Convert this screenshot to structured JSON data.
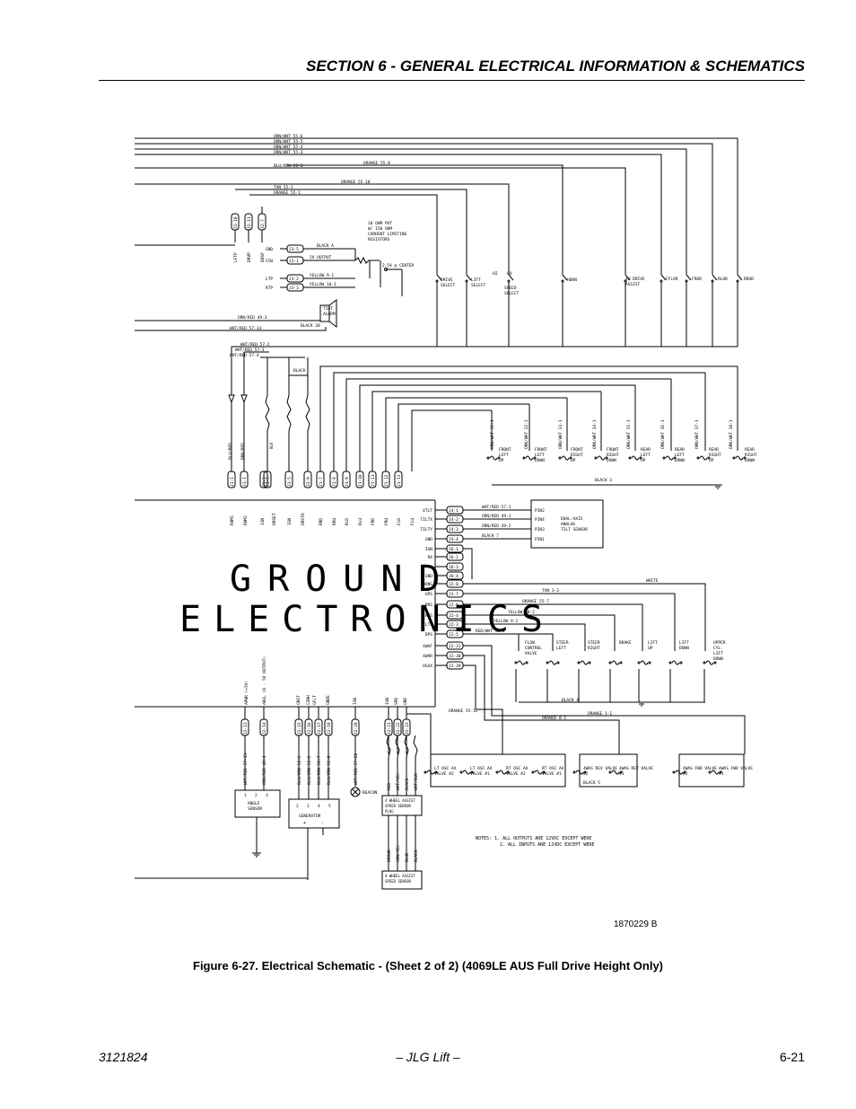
{
  "header": {
    "title": "SECTION 6 - GENERAL ELECTRICAL INFORMATION & SCHEMATICS"
  },
  "figure": {
    "id": "1870229 B",
    "caption": "Figure 6-27.  Electrical Schematic - (Sheet 2 of 2) (4069LE AUS Full Drive Height Only)"
  },
  "footer": {
    "left": "3121824",
    "center": "– JLG Lift –",
    "right": "6-21"
  },
  "schematic": {
    "top_wires": [
      "ORN/WHT 55-6",
      "ORN/WHT 55-5",
      "ORN/WHT 55-4",
      "ORN/WHT 55-3",
      "BLU/ORN 52-1",
      "TAN 55-2",
      "ORANGE 55-1"
    ],
    "orange_wires": [
      "ORANGE 55-8",
      "ORANGE 55-10"
    ],
    "pot_note": [
      "10 OHM POT",
      "W/ 150 OHM",
      "CURRENT LIMITING",
      "RESISTORS"
    ],
    "pot_pins": [
      "GND",
      "CCW",
      "LTP",
      "RTP"
    ],
    "pot_connectors": [
      "J3-5",
      "J3-1",
      "J3-2",
      "J3-3"
    ],
    "pot_wires": [
      "BLACK A",
      "5V OUTPUT",
      "YELLOW 9-1",
      "YELLOW 10-1"
    ],
    "center_label": "2.5V @ CENTER",
    "side_connectors": [
      "J2-10",
      "J2-11",
      "J2-7"
    ],
    "side_pins": [
      "LFTP",
      "DRVP",
      "BOSP"
    ],
    "switches": [
      "DRIVE SELECT",
      "LIFT SELECT",
      "SPEED SELECT",
      "HORN",
      "4W DRIVE ASSIST",
      "FFLOR",
      "FROR",
      "RLOR",
      "RROR"
    ],
    "hi": "HI",
    "lo": "LO",
    "tilt_alarm": "TILT ALARM",
    "alarm_wires": [
      "ORN/RED 49-3",
      "WHT/RED 57-14",
      "BLACK 20"
    ],
    "diode_wires": [
      "WHT/RED 57-2",
      "WHT/RED 57-3",
      "WHT/RED 57-4"
    ],
    "black": "BLACK",
    "lower_wire_labels": [
      "BLU/RED",
      "BRN/RED"
    ],
    "valve_wires": [
      "ORN/WHT 31-1",
      "ORN/WHT 32-1",
      "ORN/WHT 33-1",
      "ORN/WHT 34-1",
      "ORN/WHT 35-1",
      "ORN/WHT 36-1",
      "ORN/WHT 37-1",
      "ORN/WHT 38-1"
    ],
    "valves": [
      "FRONT LEFT UP",
      "FRONT LEFT DOWN",
      "FRONT RIGHT UP",
      "FRONT RIGHT DOWN",
      "REAR LEFT UP",
      "REAR LEFT DOWN",
      "REAR RIGHT UP",
      "REAR RIGHT DOWN"
    ],
    "black_3": "BLACK 3",
    "j1_connectors": [
      "J1-1",
      "J1-1",
      "J1-3",
      "J1-5",
      "J1-5",
      "J3-9",
      "J1-7",
      "J1-8",
      "J1-9",
      "J1-10",
      "J1-11",
      "J1-12",
      "J1-13"
    ],
    "ge_top_pins": [
      "ROM1",
      "ROM2",
      "IGN",
      "ORSET",
      "IGN",
      "ORSTO",
      "RRD",
      "RRU",
      "RLD",
      "RLU",
      "FRD",
      "FRU",
      "FLD",
      "FLU"
    ],
    "ge_title": [
      "GROUND",
      "ELECTRONICS"
    ],
    "right_pins": [
      "VTLT",
      "TILTX",
      "TILTY",
      "GND",
      "IGN",
      "RX",
      "TX",
      "GND",
      "DONS",
      "UPS",
      "BRS",
      "RTS",
      "LTS",
      "DPS",
      "4WAF",
      "4WAR",
      "OSAX"
    ],
    "right_connectors": [
      "J4-1",
      "J4-2",
      "J4-3",
      "J4-4",
      "J6-1",
      "J6-2",
      "J6-3",
      "J6-4",
      "J2-8",
      "J2-7",
      "J2-6",
      "J2-4",
      "J2-3",
      "J2-5",
      "J2-31",
      "J2-30",
      "J2-39"
    ],
    "tilt_wires": [
      "WHT/RED 57-1",
      "ORN/RED 49-1",
      "ORN/RED 49-2",
      "BLACK 7"
    ],
    "tilt_sensor": {
      "pins": [
        "PIN2",
        "PIN4",
        "PIN3",
        "PIN1"
      ],
      "label": [
        "DUAL-AXIS",
        "ANALOG",
        "TILT SENSOR"
      ]
    },
    "output_wires": [
      "WHITE",
      "TAN 3-2",
      "ORANGE 55-7",
      "YELLOW 10-2",
      "YELLOW 9-2",
      "RED/WHT 50-1"
    ],
    "output_valves": [
      "FLOW CONTROL VALVE",
      "STEER LEFT",
      "STEER RIGHT",
      "BRAKE",
      "LIFT UP",
      "LIFT DOWN",
      "UPPER CYL. LIFT DOWN"
    ],
    "black_4": "BLACK 4",
    "left_pins": [
      "APWR (+5V)",
      "ANGL (0 - 5V OUTPUT)"
    ],
    "gen_pins": [
      "GNST",
      "GINH",
      "GFLT",
      "GNDE"
    ],
    "ign_pin": "IGN",
    "speed_pins": [
      "IGN",
      "SPD",
      "GND"
    ],
    "bottom_connectors": [
      "J2-13",
      "J2-14",
      "J2-15",
      "J2-16",
      "J2-17",
      "J2-18",
      "J2-28",
      "J2-21",
      "J2-22",
      "J2-23"
    ],
    "bottom_wires": [
      "WHT/RED 57-13",
      "ORN/RED 48-4",
      "BLU/ORN 52-5",
      "BLU/ORN 52-6",
      "BLU/ORN 52-7",
      "BLU/ORN 52-8",
      "WHT/RED 57-20"
    ],
    "speed_wires": [
      "RED",
      "WHT/YEL",
      "BLACK",
      "WHT/BLK"
    ],
    "bottom_oranges": [
      "ORANGE 55-12",
      "ORANGE 1-1",
      "ORANGE 8-1"
    ],
    "angle_sensor": {
      "pins": [
        "1",
        "2",
        "3"
      ],
      "label": [
        "ANGLE",
        "SENSOR"
      ]
    },
    "generator": {
      "pins": [
        "2",
        "1",
        "4",
        "5"
      ],
      "label": "GENERATOR",
      "polarity": [
        "+",
        "-"
      ]
    },
    "beacon": "BEACON",
    "plug": [
      "4 WHEEL ASSIST",
      "SPEED SENSOR",
      "PLUG"
    ],
    "speed_sensor": [
      "4 WHEEL ASSIST",
      "SPEED SENSOR"
    ],
    "plug_wires": [
      "BROWN",
      "GRN/YEL",
      "BLUE",
      "BLACK"
    ],
    "osc_valves": [
      "LT OSC AX VALVE #2",
      "LT OSC AX VALVE #1",
      "RT OSC AX VALVE #2",
      "RT OSC AX VALVE #1",
      "4WAS REV VALVE #2",
      "4WAS REV VALVE #1",
      "4WAS FWD VALVE #2",
      "4WAS FWD VALVE #1"
    ],
    "black_5": "BLACK 5",
    "notes": [
      "NOTES: 1. ALL OUTPUTS ARE 12VDC EXCEPT WERE",
      "2. ALL INPUTS ARE 12VDC EXCEPT WERE"
    ]
  }
}
